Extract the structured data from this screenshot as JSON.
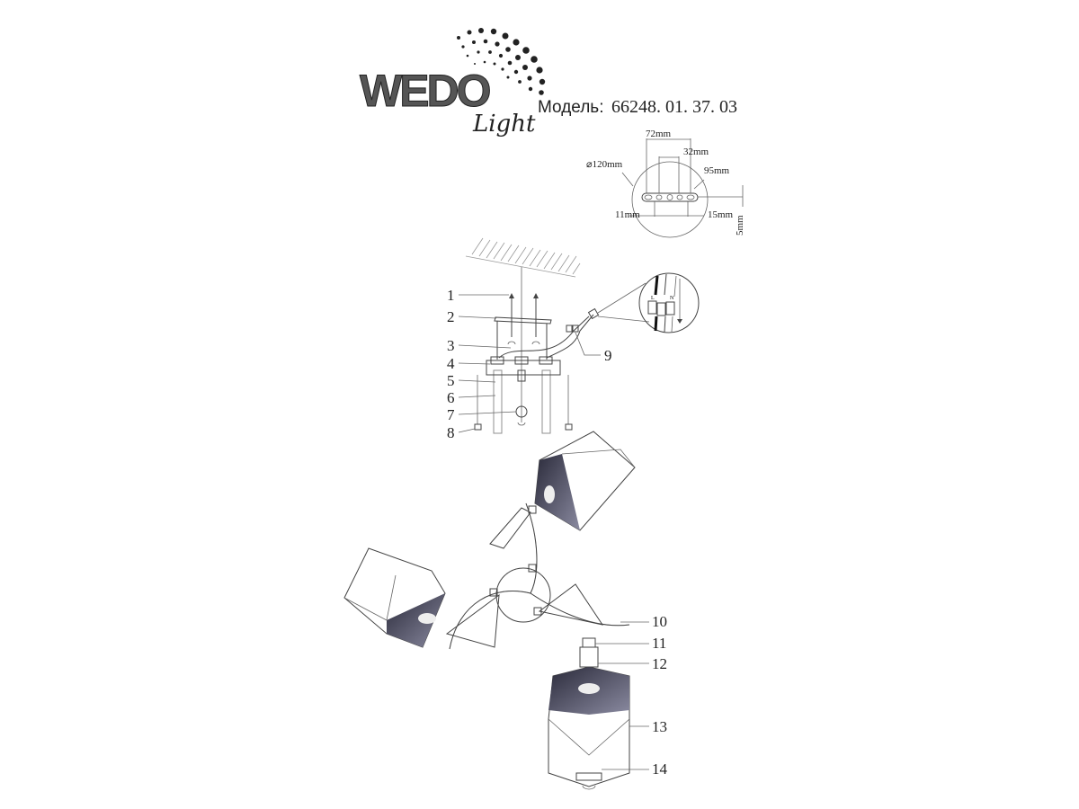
{
  "brand": {
    "logo_text_main": "WEDO",
    "logo_text_script": "Light"
  },
  "header": {
    "model_label": "Модель:",
    "model_number": "66248. 01. 37. 03"
  },
  "mounting_dimensions": {
    "diameter": "⌀120mm",
    "width_72": "72mm",
    "width_32": "32mm",
    "length_95": "95mm",
    "offset_11": "11mm",
    "offset_15": "15mm",
    "thickness_5": "5mm"
  },
  "wiring": {
    "terminal_l": "L",
    "terminal_n": "N"
  },
  "parts": [
    "1",
    "2",
    "3",
    "4",
    "5",
    "6",
    "7",
    "8",
    "9",
    "10",
    "11",
    "12",
    "13",
    "14"
  ]
}
